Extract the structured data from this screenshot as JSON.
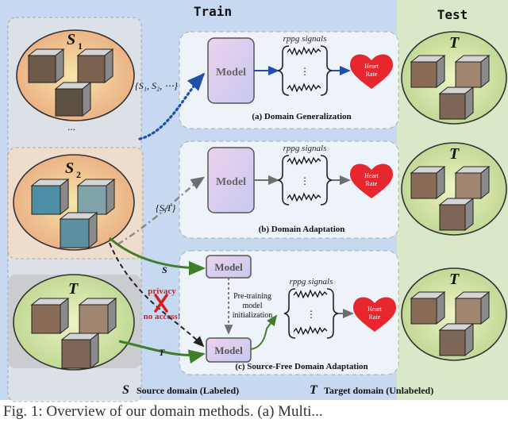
{
  "headers": {
    "train": "Train",
    "test": "Test"
  },
  "sources": {
    "s1": {
      "letter": "S",
      "sub": "1"
    },
    "s2": {
      "letter": "S",
      "sub": "2"
    },
    "t": {
      "letter": "T"
    },
    "ellipsis": "..."
  },
  "panels": {
    "dg": {
      "model": "Model",
      "signals": "rppg signals",
      "heart": [
        "Heart",
        "Rate"
      ],
      "caption": "(a) Domain Generalization",
      "input": "{S₁, S₂, ⋯}",
      "test": "T"
    },
    "da": {
      "model": "Model",
      "signals": "rppg signals",
      "heart": [
        "Heart",
        "Rate"
      ],
      "caption": "(b) Domain Adaptation",
      "input": "{S,T}",
      "test": "T"
    },
    "sfda": {
      "model_pre": "Model",
      "model": "Model",
      "pretrain": [
        "Pre-training",
        "model",
        "initialization"
      ],
      "signals": "rppg signals",
      "heart": [
        "Heart",
        "Rate"
      ],
      "caption": "(c) Source-Free Domain Adaptation",
      "input_s": "S",
      "input_t": "T",
      "privacy": [
        "privacy",
        "no access!"
      ],
      "test": "T"
    }
  },
  "legend": {
    "s_letter": "S",
    "s_text": "Source domain (Labeled)",
    "t_letter": "T",
    "t_text": "Target domain (Unlabeled)"
  },
  "figure_caption": "Fig. 1: Overview of our domain methods. (a) Multi..."
}
